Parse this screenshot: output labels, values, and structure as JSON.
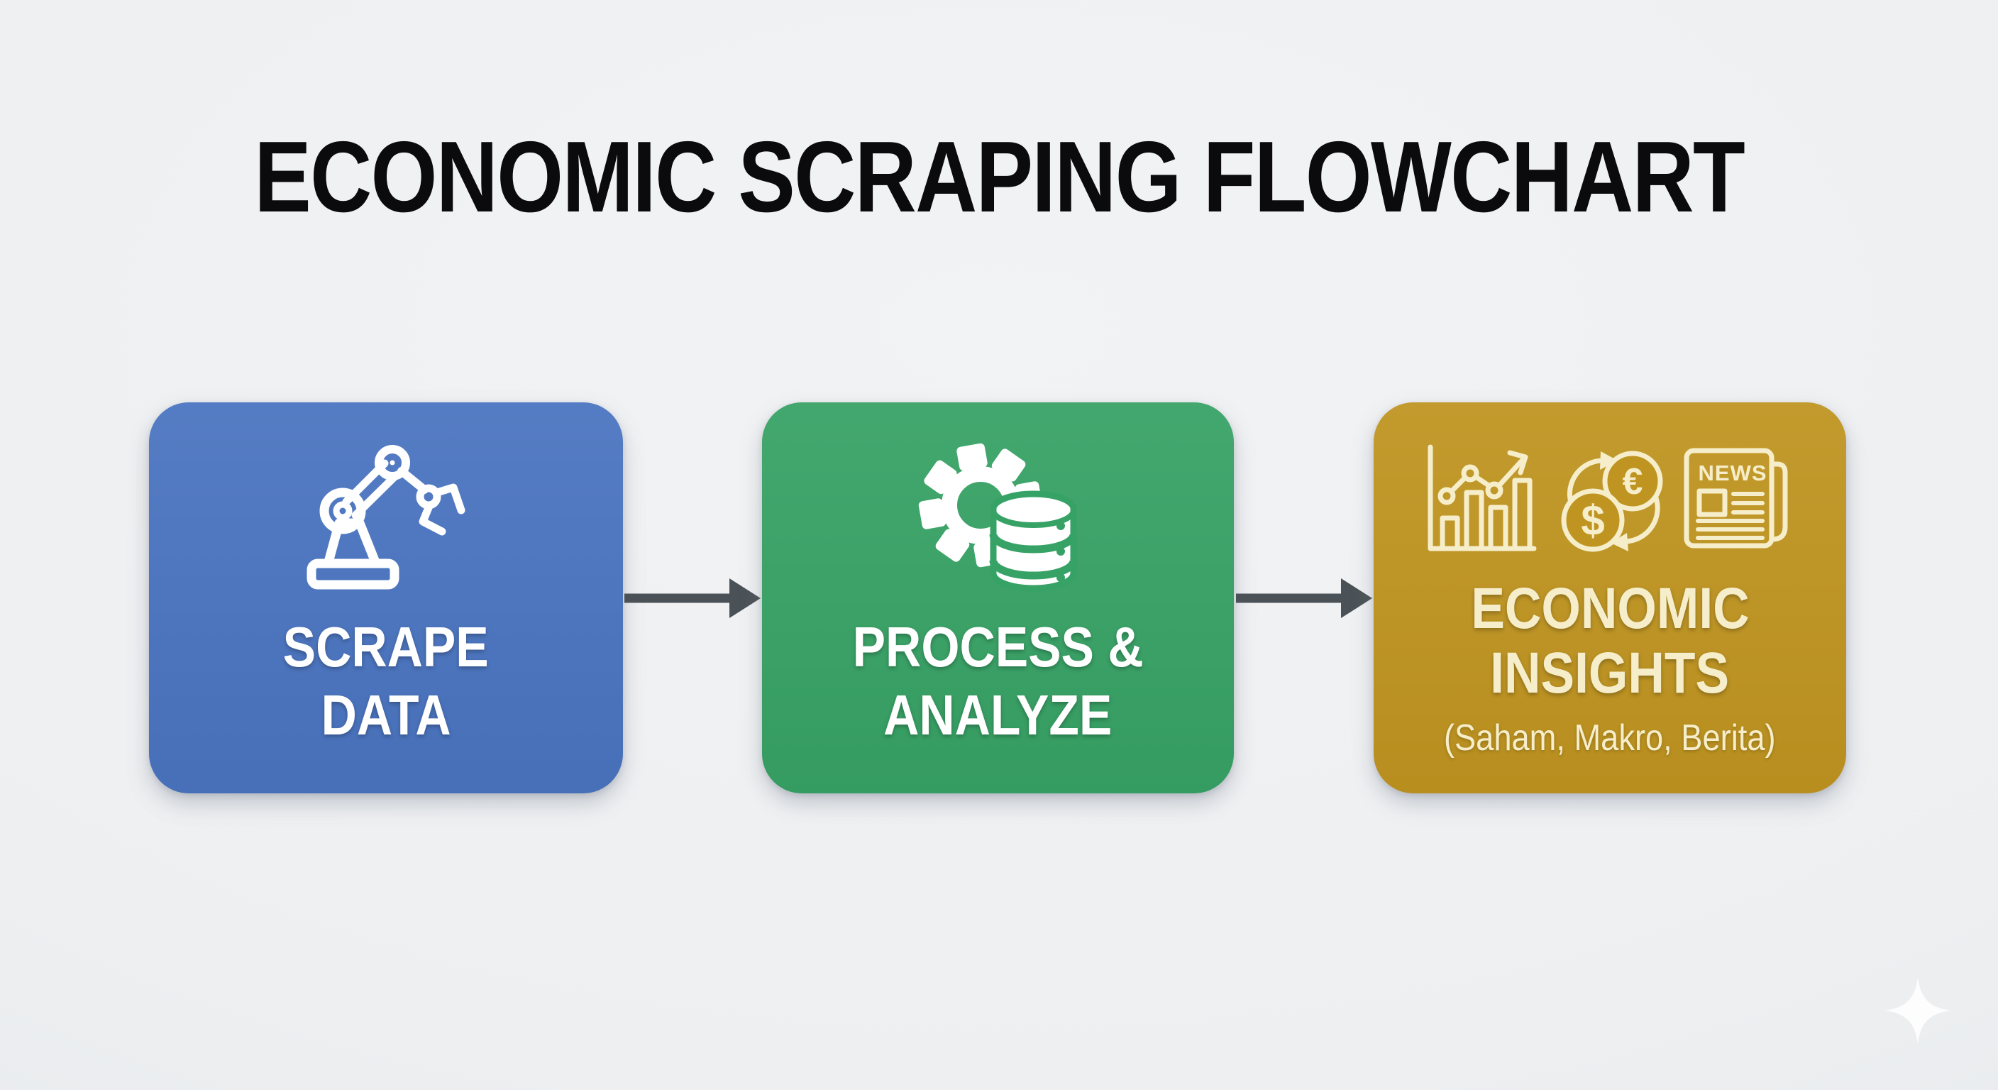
{
  "title": "ECONOMIC SCRAPING FLOWCHART",
  "flow": {
    "boxes": [
      {
        "name": "scrape-data",
        "line1": "SCRAPE",
        "line2": "DATA",
        "color": "#4a74c0",
        "icon": "robot-arm"
      },
      {
        "name": "process-analyze",
        "line1": "PROCESS &",
        "line2": "ANALYZE",
        "color": "#37a265",
        "icon": "gear-database"
      },
      {
        "name": "economic-insights",
        "line1": "ECONOMIC",
        "line2": "INSIGHTS",
        "subtitle": "(Saham, Makro, Berita)",
        "color": "#bf9420",
        "icons": [
          "bar-line-chart",
          "currency-exchange",
          "newspaper"
        ]
      }
    ]
  },
  "icon_text": {
    "news": "NEWS",
    "euro": "€",
    "dollar": "$"
  },
  "decoration": {
    "bottom_right": "sparkle-icon"
  },
  "colors": {
    "background": "#edeff1",
    "bg_light": "#f2f3f5",
    "bg_dark": "#e2e5e9",
    "box_blue": "#4a74c0",
    "box_green": "#37a265",
    "box_gold": "#bf9420",
    "box_text_white": "#ffffff",
    "box_text_cream": "#f6eeca",
    "arrow": "#4b5257",
    "title": "#0b0b0d",
    "sparkle": "#fdfdfe"
  }
}
